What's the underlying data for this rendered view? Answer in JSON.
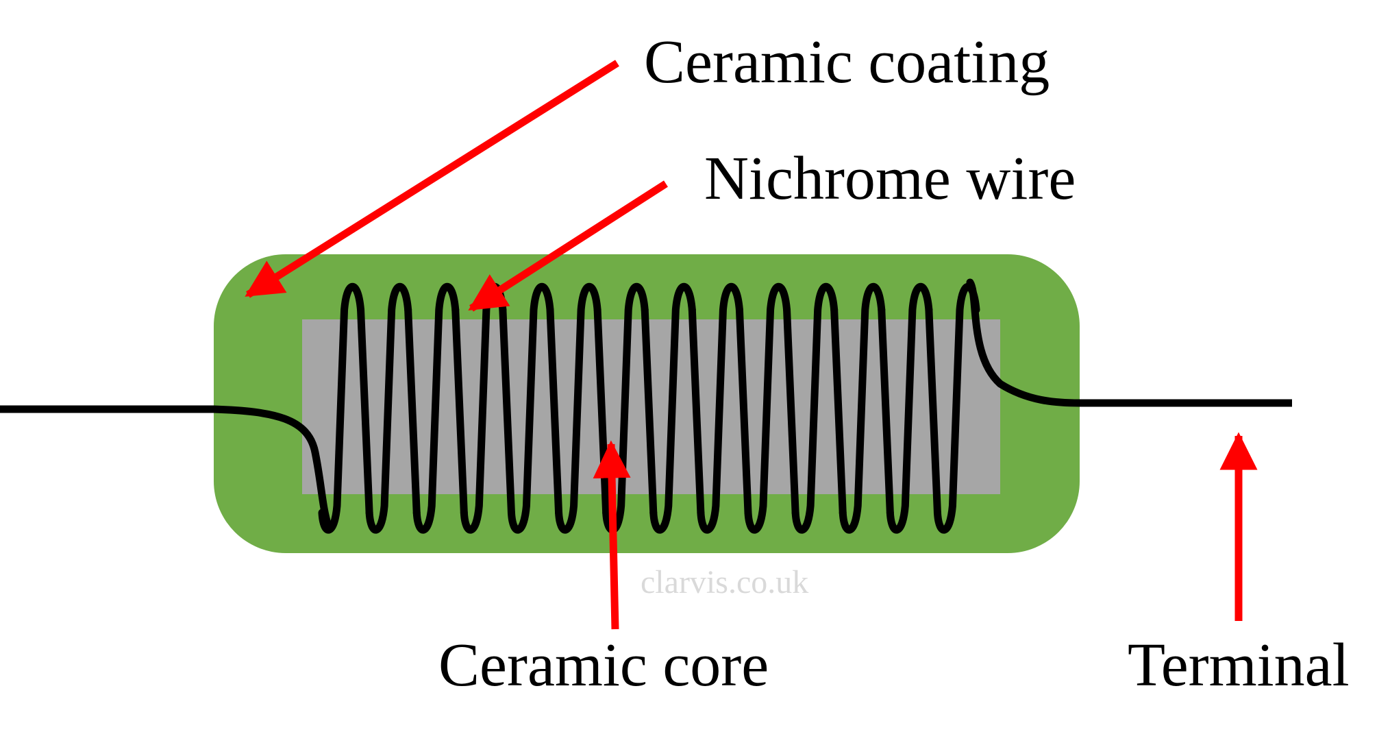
{
  "labels": {
    "ceramic_coating": "Ceramic coating",
    "nichrome_wire": "Nichrome wire",
    "ceramic_core": "Ceramic core",
    "terminal": "Terminal"
  },
  "watermark": "clarvis.co.uk",
  "colors": {
    "coating": "#70ad47",
    "core": "#a6a6a6",
    "wire": "#000000",
    "arrow": "#ff0000",
    "watermark": "#d9d9d9"
  },
  "coil": {
    "turns": 14
  }
}
